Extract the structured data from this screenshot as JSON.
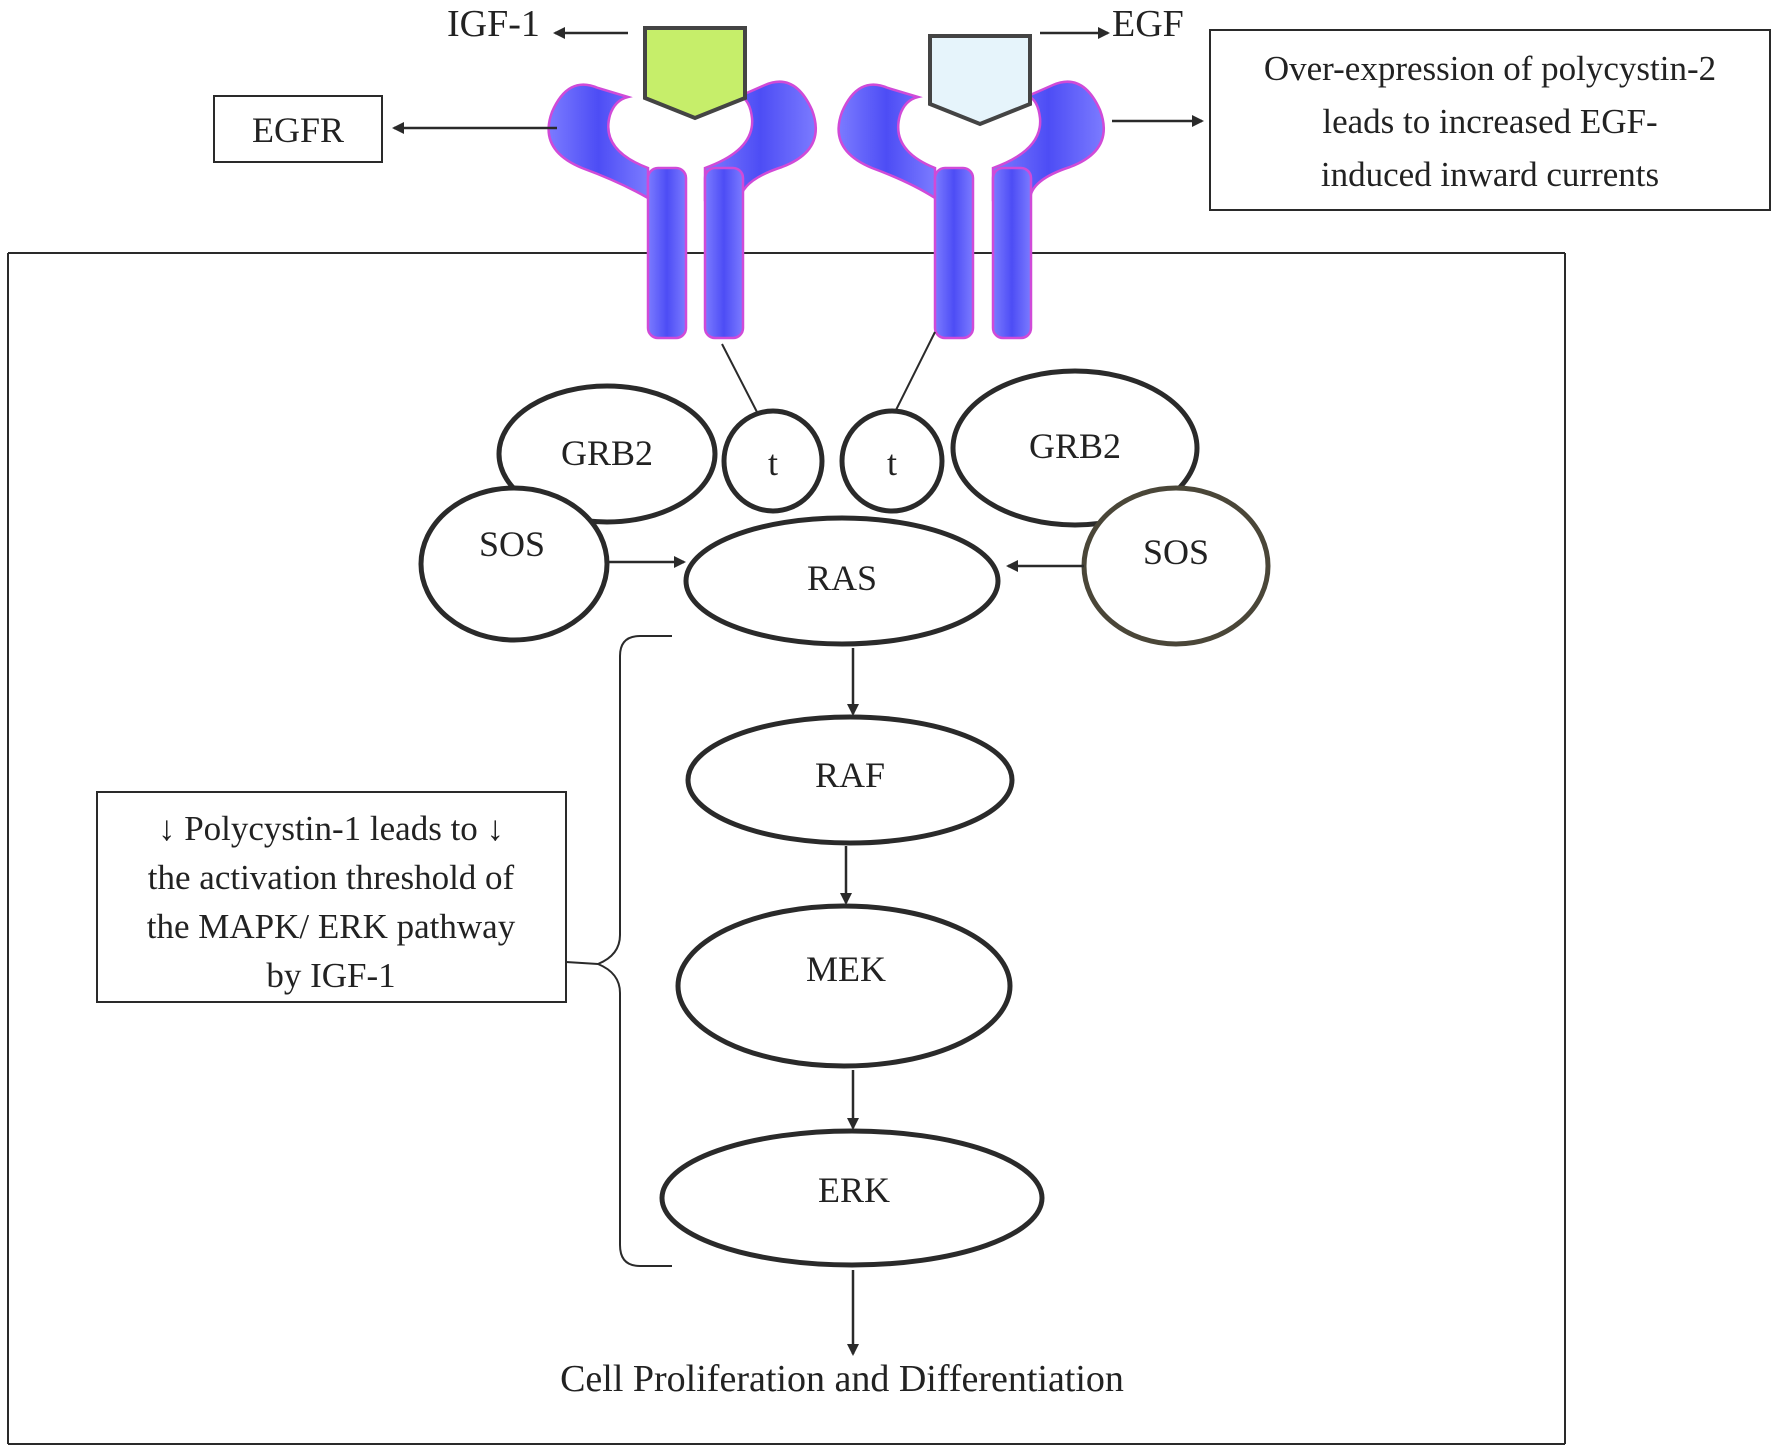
{
  "ligands": {
    "igf1": "IGF-1",
    "egf": "EGF"
  },
  "egfr_label": "EGFR",
  "note_right": {
    "lines": [
      "Over-expression of polycystin-2",
      "leads to increased EGF-",
      "induced inward currents"
    ]
  },
  "note_left": {
    "lines": [
      "↓ Polycystin-1 leads to ↓",
      "the activation threshold of",
      "the MAPK/ ERK pathway",
      "by IGF-1"
    ]
  },
  "nodes": {
    "grb2_left": "GRB2",
    "grb2_right": "GRB2",
    "t_left": "t",
    "t_right": "t",
    "sos_left": "SOS",
    "sos_right": "SOS",
    "ras": "RAS",
    "raf": "RAF",
    "mek": "MEK",
    "erk": "ERK"
  },
  "outcome": "Cell Proliferation and Differentiation",
  "colors": {
    "receptor_fill": "#6a6aff",
    "receptor_outline": "#d04ad8",
    "igf1_ligand": "#c6ee6a",
    "egf_ligand": "#e6f4fb",
    "line": "#2a2a2a"
  }
}
